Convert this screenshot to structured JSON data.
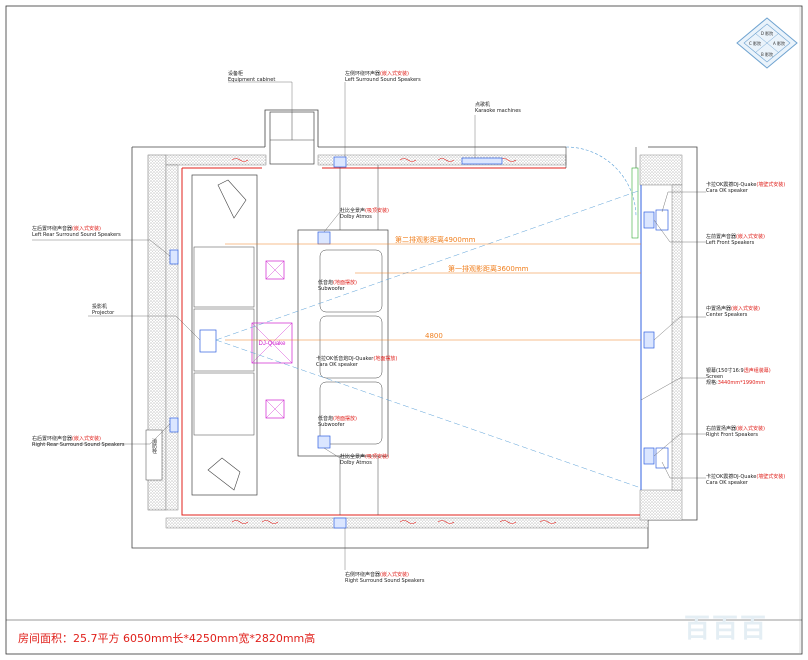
{
  "logo": {
    "cells": [
      "D\n影院",
      "C\n影院",
      "A\n影院",
      "B\n影院"
    ]
  },
  "labels": {
    "equipment_cabinet": {
      "cn": "设备柜",
      "en": "Equipment cabinet"
    },
    "left_surround": {
      "cn": "左侧环绕环声器",
      "cn_red": "(嵌入式安装)",
      "en": "Left Surround Sound Speakers"
    },
    "karaoke": {
      "cn": "点歌机",
      "en": "Karaoke machines"
    },
    "cara_ok_top": {
      "cn": "卡拉OK震撼DJ-Quake",
      "cn_red": "(墙壁式安装)",
      "en": "Cara OK speaker"
    },
    "left_front": {
      "cn": "左前置声音器",
      "cn_red": "(嵌入式安装)",
      "en": "Left Front Speakers"
    },
    "left_rear": {
      "cn": "左后置环绕声音器",
      "cn_red": "(嵌入式安装)",
      "en": "Left Rear Surround Sound Speakers"
    },
    "projector": {
      "cn": "投影机",
      "en": "Projector"
    },
    "center": {
      "cn": "中置扬声器",
      "cn_red": "(嵌入式安装)",
      "en": "Center Speakers"
    },
    "screen": {
      "cn": "银幕(150寸16:9",
      "cn_red": "透声组装幕)",
      "en": "Screen",
      "size_cn": "规格:",
      "size_red": "3440mm*1990mm"
    },
    "right_rear": {
      "cn": "右后置环绕声音器",
      "cn_red": "(嵌入式安装)",
      "en": "Right Rear Surround Sound Speakers"
    },
    "right_front": {
      "cn": "右前置扬声器",
      "cn_red": "(嵌入式安装)",
      "en": "Right Front Speakers"
    },
    "cara_ok_bottom": {
      "cn": "卡拉OK震撼DJ-Quake",
      "cn_red": "(墙壁式安装)",
      "en": "Cara OK speaker"
    },
    "right_surround": {
      "cn": "右侧环绕声音器",
      "cn_red": "(嵌入式安装)",
      "en": "Right Surround Sound Speakers"
    },
    "dolby_top": {
      "cn": "杜比全景声",
      "cn_red": "(吸顶安装)",
      "en": "Dolby Atmos"
    },
    "dolby_bottom": {
      "cn": "杜比全景声",
      "cn_red": "(吸顶安装)",
      "en": "Dolby Atmos"
    },
    "sub_top": {
      "cn": "低音炮",
      "cn_red": "(地面摆放)",
      "en": "Subwoofer"
    },
    "sub_bottom": {
      "cn": "低音炮",
      "cn_red": "(地面摆放)",
      "en": "Subwoofer"
    },
    "cara_ok_mid": {
      "cn": "卡拉OK低音炮DJ-Quaker",
      "cn_red": "(地面摆放)",
      "en": "Cara OK speaker"
    },
    "dj_quake": "DJ-Quake",
    "fire_hydrant": "消防栓"
  },
  "dimensions": {
    "row2": "第二排观影距离4900mm",
    "row1": "第一排观影距离3600mm",
    "width": "4800"
  },
  "footer": "房间面积：25.7平方  6050mm长*4250mm宽*2820mm高",
  "watermark": "百百百",
  "colors": {
    "red": "#e0201b",
    "orange": "#f08020",
    "magenta": "#d020d0",
    "blue": "#3060e0",
    "wall": "#888888"
  }
}
